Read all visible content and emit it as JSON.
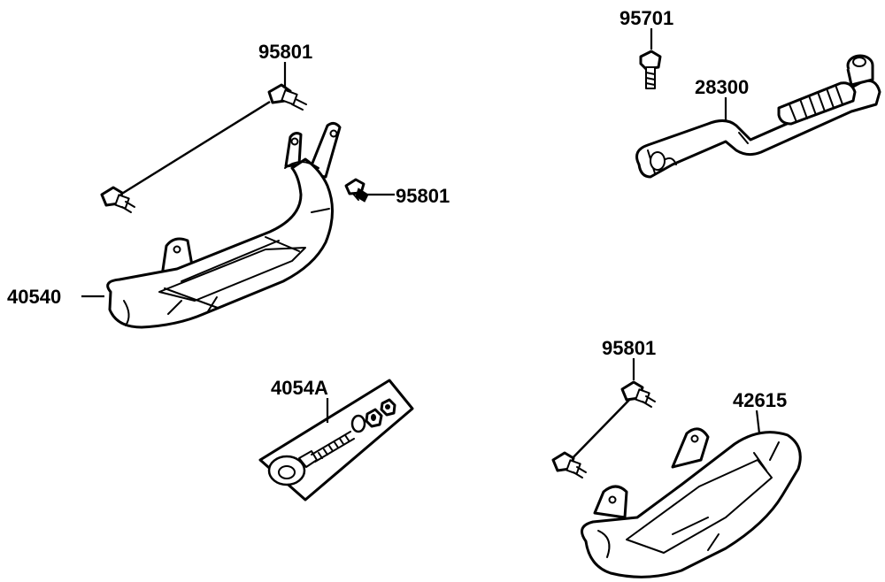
{
  "parts": {
    "bolt_top_left": "95801",
    "bolt_middle_left": "95801",
    "footrest_left": "40540",
    "bolt_top_right": "95701",
    "kick_lever": "28300",
    "adjuster_kit": "4054A",
    "bolt_bottom_right": "95801",
    "footrest_right": "42615"
  }
}
